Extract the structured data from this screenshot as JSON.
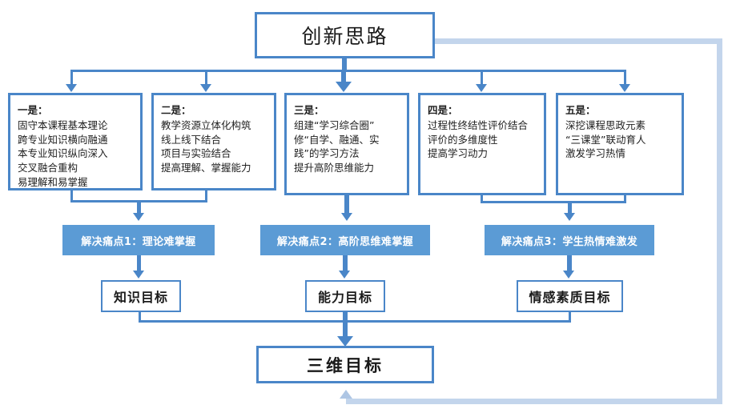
{
  "diagram": {
    "title": "创新思路",
    "colors": {
      "border_blue": "#4A86C8",
      "bar_fill": "#5B9BD5",
      "connector_blue": "#4A86C8",
      "feedback_loop": "#C3D5EC",
      "background": "#FFFFFF",
      "text_dark": "#1A1A1A",
      "text_on_bar": "#FFFFFF"
    },
    "items": [
      {
        "id": "item-1",
        "heading": "一是：",
        "lines": [
          "固守本课程基本理论",
          "跨专业知识横向融通",
          "本专业知识纵向深入",
          "交叉融合重构",
          "易理解和易掌握"
        ]
      },
      {
        "id": "item-2",
        "heading": "二是：",
        "lines": [
          "教学资源立体化构筑",
          "线上线下结合",
          "项目与实验结合",
          "提高理解、掌握能力"
        ]
      },
      {
        "id": "item-3",
        "heading": "三是：",
        "lines": [
          "组建“学习综合圈”",
          "修“自学、融通、实",
          "践”的学习方法",
          "提升高阶思维能力"
        ]
      },
      {
        "id": "item-4",
        "heading": "四是：",
        "lines": [
          "过程性终结性评价结合",
          "评价的多维度性",
          "提高学习动力"
        ]
      },
      {
        "id": "item-5",
        "heading": "五是：",
        "lines": [
          "深挖课程思政元素",
          "“三课堂”联动育人",
          "激发学习热情"
        ]
      }
    ],
    "pain_points": [
      {
        "id": "pain-1",
        "label": "解决痛点1：理论难掌握"
      },
      {
        "id": "pain-2",
        "label": "解决痛点2：高阶思维难掌握"
      },
      {
        "id": "pain-3",
        "label": "解决痛点3：学生热情难激发"
      }
    ],
    "goals": [
      {
        "id": "goal-1",
        "label": "知识目标"
      },
      {
        "id": "goal-2",
        "label": "能力目标"
      },
      {
        "id": "goal-3",
        "label": "情感素质目标"
      }
    ],
    "final_goal": "三维目标"
  }
}
